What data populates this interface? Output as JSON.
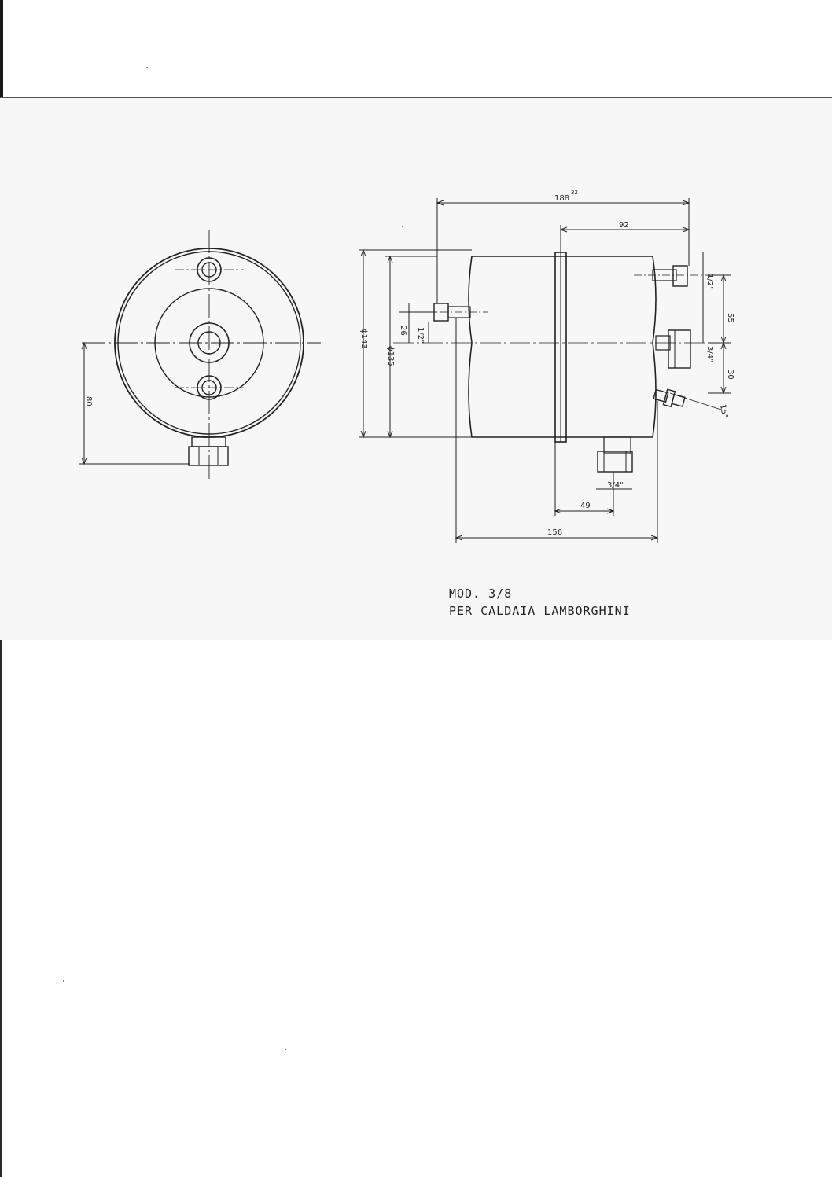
{
  "drawing": {
    "dimensions": {
      "overall_length": "188",
      "overall_length_sup": "32",
      "half_length": "92",
      "thread_top_right": "1/2\"",
      "spacing_55": "55",
      "thread_mid_right": "3/4\"",
      "spacing_30": "30",
      "angle": "15°",
      "diameter_outer": "ϕ143",
      "diameter_inner": "ϕ135",
      "offset_26": "26",
      "thread_left": "1/2\"",
      "thread_bottom": "3/4\"",
      "offset_49": "49",
      "body_length": "156",
      "front_offset": "80"
    }
  },
  "caption": {
    "line1": "MOD. 3/8",
    "line2": "PER CALDAIA LAMBORGHINI"
  }
}
